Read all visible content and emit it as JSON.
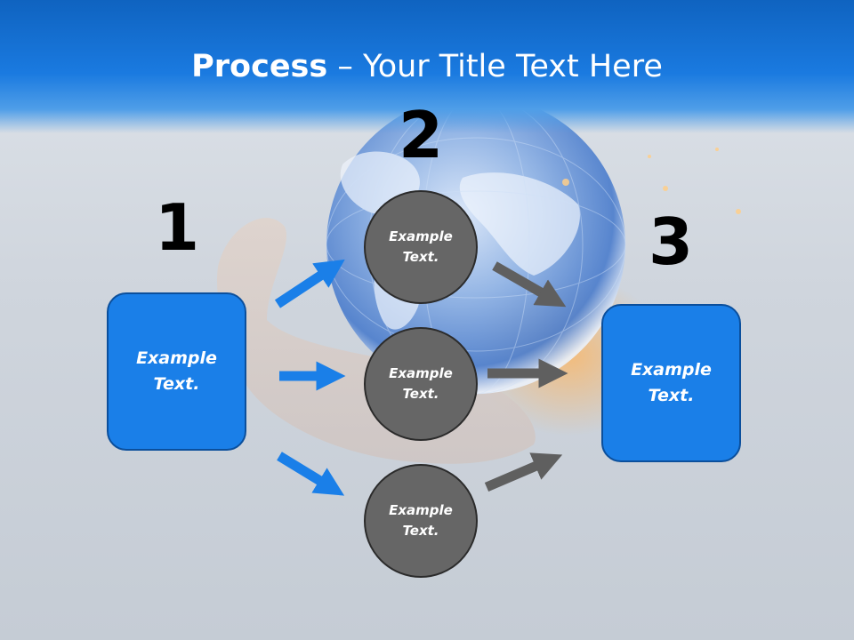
{
  "slide": {
    "title_strong": "Process",
    "title_rest": " – Your Title Text Here",
    "steps": [
      {
        "number": "1",
        "box_text": "Example Text."
      },
      {
        "number": "2"
      },
      {
        "number": "3",
        "box_text": "Example Text."
      }
    ],
    "circles": [
      {
        "text": "Example Text."
      },
      {
        "text": "Example Text."
      },
      {
        "text": "Example Text."
      }
    ]
  },
  "colors": {
    "accent_blue": "#1a7fe8",
    "circle_gray": "#666666",
    "arrow_blue": "#1a7fe8",
    "arrow_gray": "#5f5f5f"
  }
}
